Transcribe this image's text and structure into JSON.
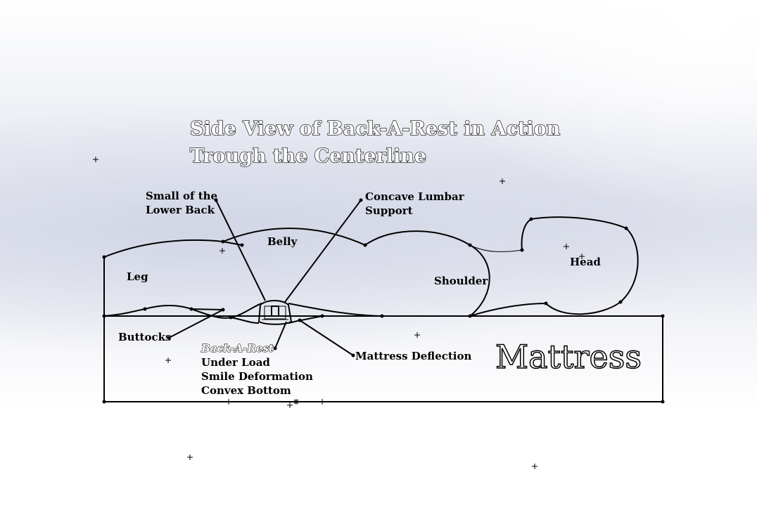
{
  "title": {
    "line1": "Side View of Back-A-Rest in Action",
    "line2": "Trough the Centerline"
  },
  "labels": {
    "small_of_back_1": "Small of the",
    "small_of_back_2": "Lower Back",
    "concave_1": "Concave Lumbar",
    "concave_2": "Support",
    "belly": "Belly",
    "leg": "Leg",
    "shoulder": "Shoulder",
    "head": "Head",
    "buttocks": "Buttocks",
    "device_name": "Back-A-Rest",
    "device_2": "Under Load",
    "device_3": "Smile Deformation",
    "device_4": "Convex Bottom",
    "mattress_deflection": "Mattress Deflection",
    "mattress": "Mattress"
  }
}
